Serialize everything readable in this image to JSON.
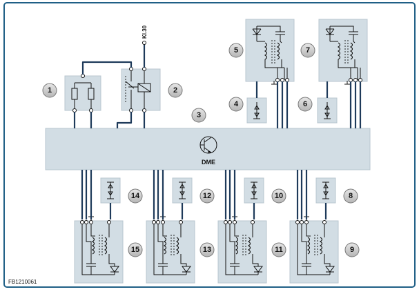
{
  "diagram": {
    "figure_id": "FB1210061",
    "supply_label": "Kl.30",
    "ecu_label": "DME",
    "callouts": [
      "1",
      "2",
      "3",
      "4",
      "5",
      "6",
      "7",
      "8",
      "9",
      "10",
      "11",
      "12",
      "13",
      "14",
      "15"
    ],
    "colors": {
      "component_fill": "#d2dde4",
      "wire": "#1e3a5a",
      "frame": "#1f5f86",
      "badge": "#cfcfcf"
    }
  }
}
